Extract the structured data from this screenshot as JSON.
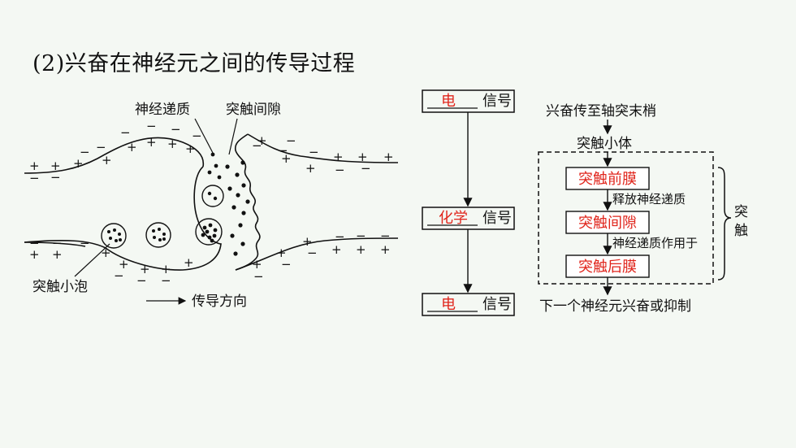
{
  "title": "(2)兴奋在神经元之间的传导过程",
  "synapse": {
    "label_transmitter": "神经递质",
    "label_cleft": "突触间隙",
    "label_vesicle": "突触小泡",
    "label_direction": "传导方向",
    "plus": "+",
    "minus": "−"
  },
  "signal_chain": {
    "suffix": "信号",
    "steps": [
      "电",
      "化学",
      "电"
    ]
  },
  "process": {
    "start": "兴奋传至轴突末梢",
    "vesicle": "突触小体",
    "boxes": [
      "突触前膜",
      "突触间隙",
      "突触后膜"
    ],
    "arrow_labels": [
      "释放神经递质",
      "神经递质作用于"
    ],
    "end": "下一个神经元兴奋或抑制",
    "brace_label": [
      "突",
      "触"
    ]
  },
  "colors": {
    "answer_red": "#e0241b",
    "line": "#111111",
    "background": "#f4f8f3"
  }
}
